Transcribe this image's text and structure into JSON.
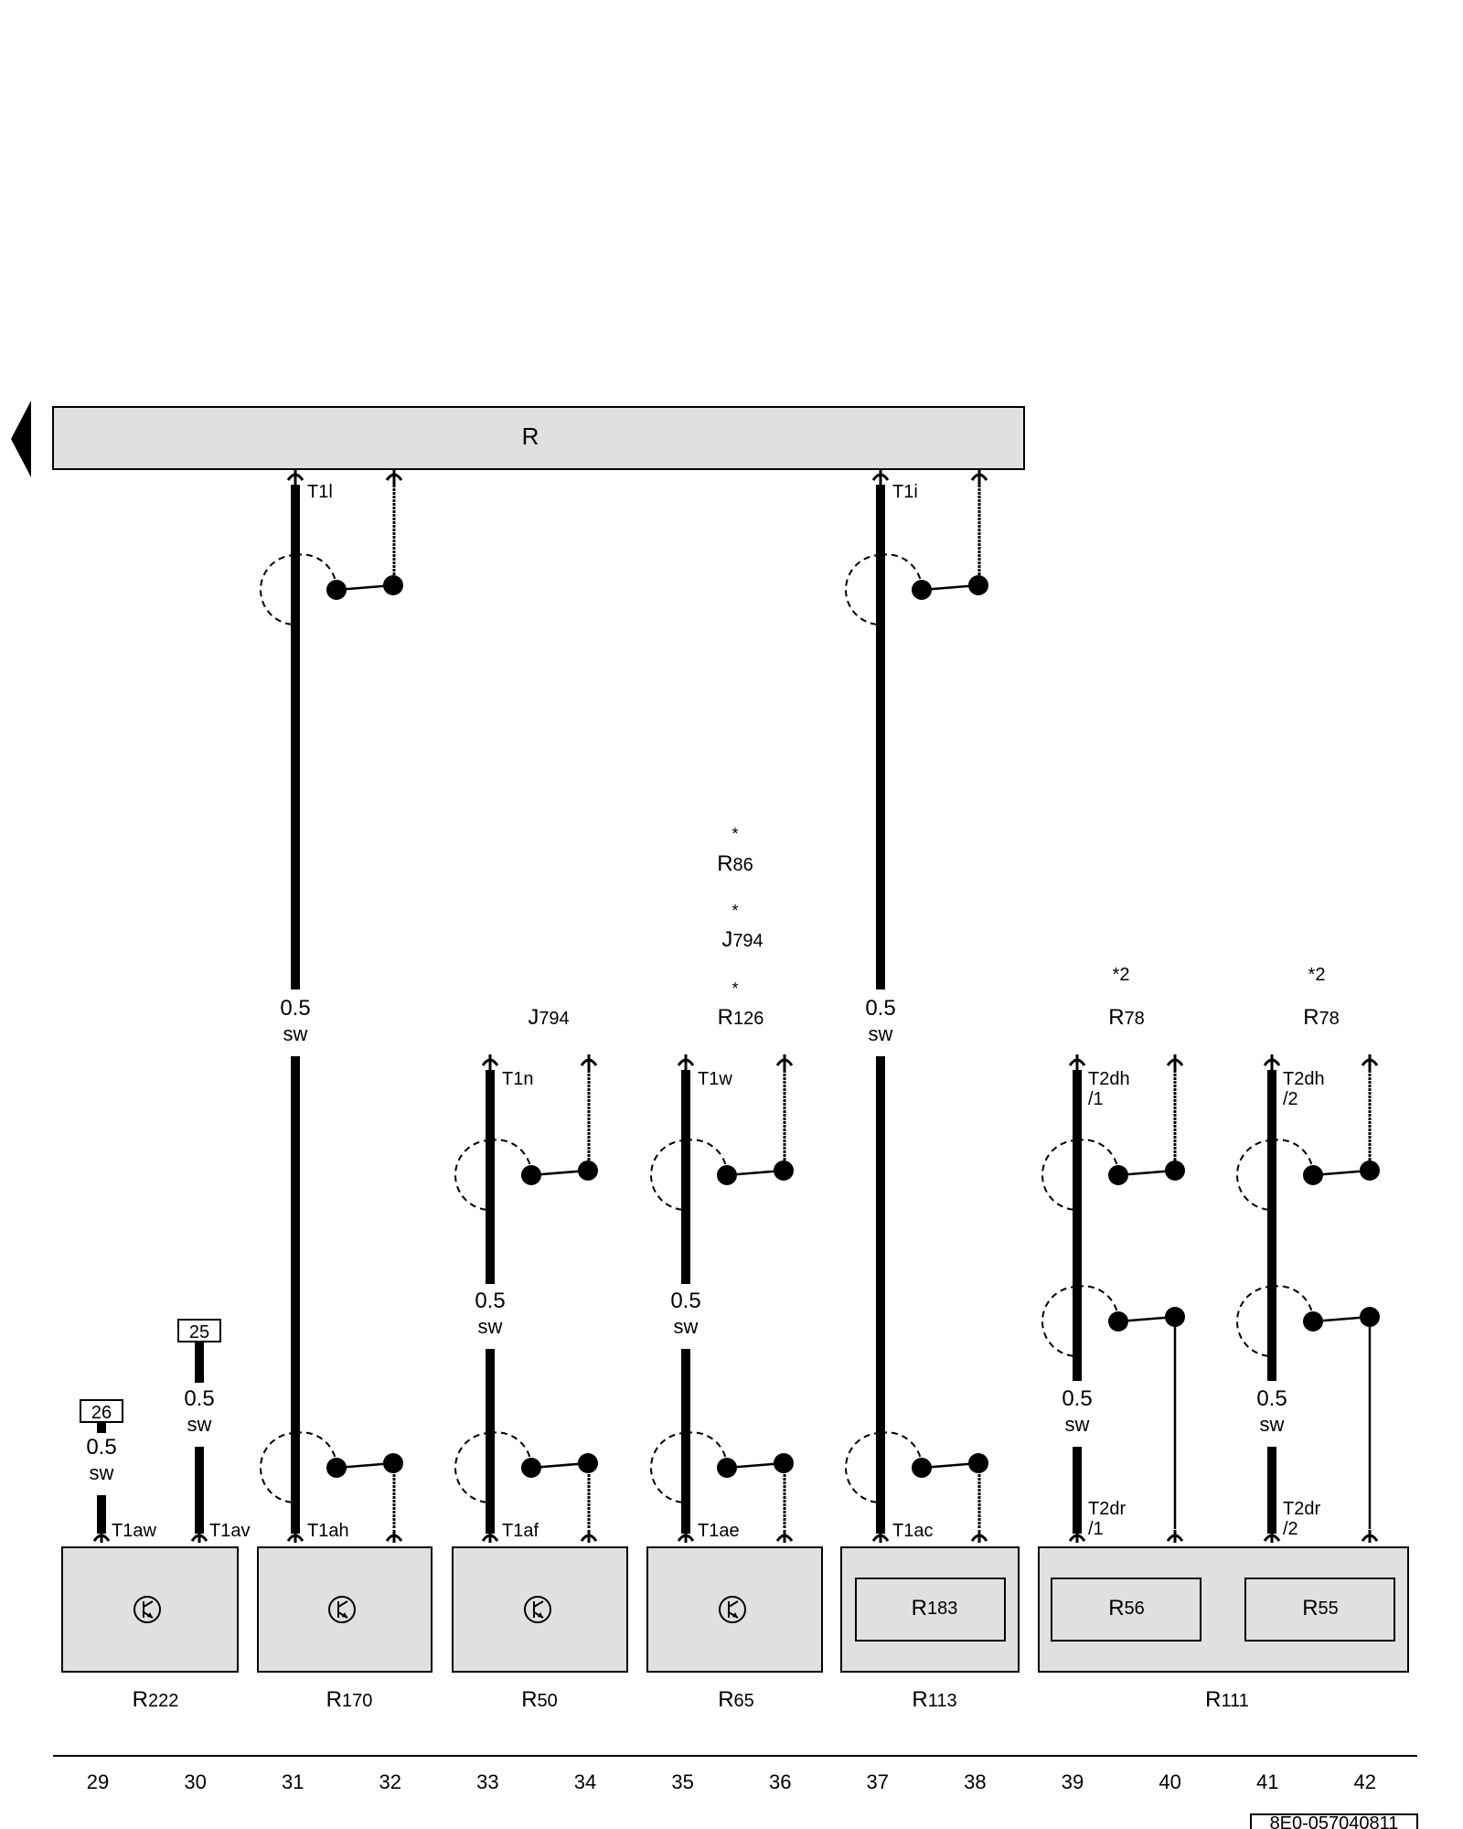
{
  "bus": {
    "label": "R"
  },
  "wire_spec": {
    "size": "0.5",
    "color": "sw"
  },
  "connectors": {
    "t1l": "T1l",
    "t1i": "T1i",
    "t1n": "T1n",
    "t1w": "T1w",
    "t2dh1": "T2dh",
    "t2dh1_pin": "/1",
    "t2dh2": "T2dh",
    "t2dh2_pin": "/2",
    "t1aw": "T1aw",
    "t1av": "T1av",
    "t1ah": "T1ah",
    "t1af": "T1af",
    "t1ae": "T1ae",
    "t1ac": "T1ac",
    "t2dr1": "T2dr",
    "t2dr1_pin": "/1",
    "t2dr2": "T2dr",
    "t2dr2_pin": "/2"
  },
  "refs": {
    "ref26": "26",
    "ref25": "25"
  },
  "markers": {
    "star": "*",
    "note2": "*2"
  },
  "upper_labels": {
    "r86_main": "R",
    "r86_sub": "86",
    "j794a_main": "J",
    "j794a_sub": "794",
    "r126_main": "R",
    "r126_sub": "126",
    "j794b_main": "J",
    "j794b_sub": "794",
    "r78a_main": "R",
    "r78a_sub": "78",
    "r78b_main": "R",
    "r78b_sub": "78"
  },
  "components": [
    {
      "main": "R",
      "sub": "222"
    },
    {
      "main": "R",
      "sub": "170"
    },
    {
      "main": "R",
      "sub": "50"
    },
    {
      "main": "R",
      "sub": "65"
    },
    {
      "main": "R",
      "sub": "113"
    },
    {
      "main": "R",
      "sub": "111"
    }
  ],
  "inner_labels": [
    {
      "main": "R",
      "sub": "183"
    },
    {
      "main": "R",
      "sub": "56"
    },
    {
      "main": "R",
      "sub": "55"
    }
  ],
  "columns": [
    "29",
    "30",
    "31",
    "32",
    "33",
    "34",
    "35",
    "36",
    "37",
    "38",
    "39",
    "40",
    "41",
    "42"
  ],
  "drawing_id": "8E0-057040811"
}
